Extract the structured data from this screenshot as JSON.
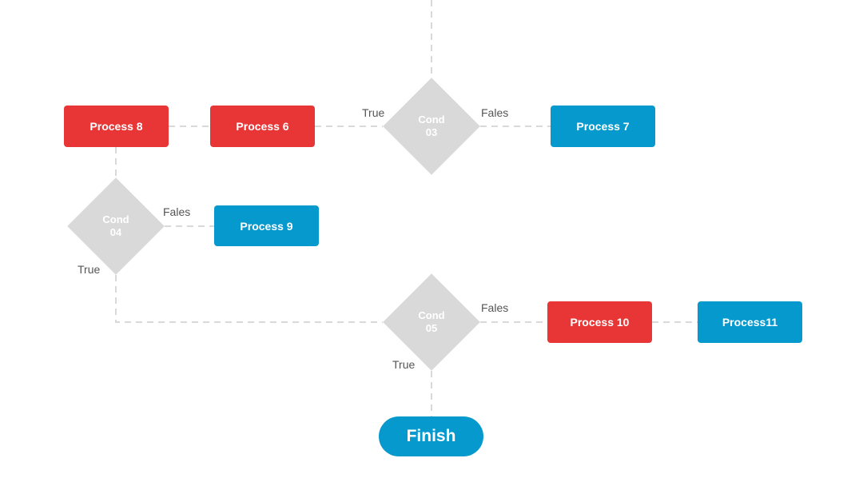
{
  "nodes": {
    "process8": "Process 8",
    "process6": "Process 6",
    "process7": "Process 7",
    "process9": "Process 9",
    "process10": "Process 10",
    "process11": "Process11",
    "cond03": {
      "line1": "Cond",
      "line2": "03"
    },
    "cond04": {
      "line1": "Cond",
      "line2": "04"
    },
    "cond05": {
      "line1": "Cond",
      "line2": "05"
    },
    "finish": "Finish"
  },
  "edge_labels": {
    "cond03_true": "True",
    "cond03_false": "Fales",
    "cond04_false": "Fales",
    "cond04_true": "True",
    "cond05_false": "Fales",
    "cond05_true": "True"
  },
  "colors": {
    "process_red": "#e83535",
    "process_blue": "#0699ce",
    "condition_gray": "#d9d9d9",
    "connector_gray": "#d9d9d9"
  }
}
